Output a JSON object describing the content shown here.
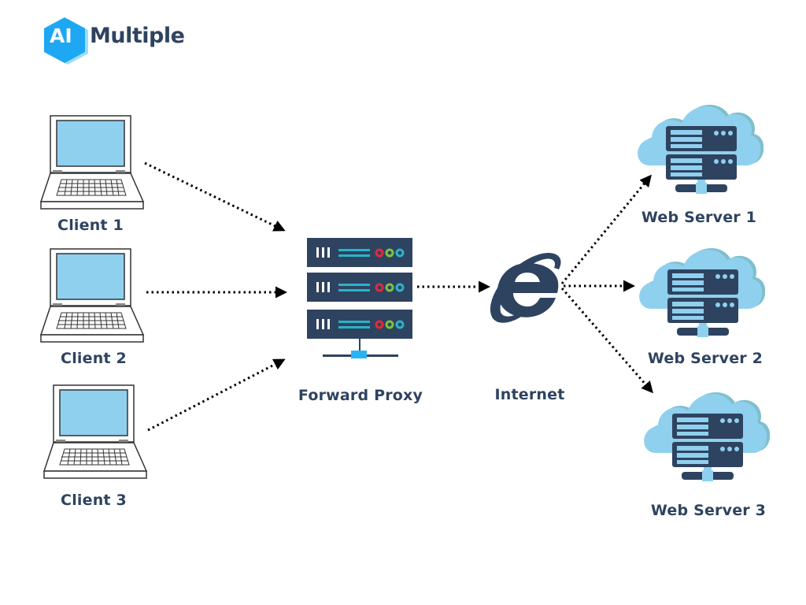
{
  "brand": {
    "logo_mark": "AI",
    "logo_text": "Multiple",
    "accent": "#1ea7f2"
  },
  "colors": {
    "navy": "#2e4360",
    "screen_blue": "#8fd0ee",
    "cloud_blue": "#8fd0ee",
    "cloud_shadow": "#7fbfcc",
    "led_red": "#e2293b",
    "led_green": "#7cc242",
    "led_cyan": "#2bb3c8",
    "rail_blue": "#29b3f5"
  },
  "clients": [
    {
      "label": "Client 1",
      "icon": "laptop-icon"
    },
    {
      "label": "Client 2",
      "icon": "laptop-icon"
    },
    {
      "label": "Client 3",
      "icon": "laptop-icon"
    }
  ],
  "proxy": {
    "label": "Forward Proxy",
    "icon": "server-rack-icon",
    "units": 3
  },
  "internet": {
    "label": "Internet",
    "icon": "internet-explorer-icon"
  },
  "web_servers": [
    {
      "label": "Web Server 1",
      "icon": "cloud-server-icon"
    },
    {
      "label": "Web Server 2",
      "icon": "cloud-server-icon"
    },
    {
      "label": "Web Server 3",
      "icon": "cloud-server-icon"
    }
  ],
  "connections": [
    {
      "from": "Client 1",
      "to": "Forward Proxy",
      "style": "dotted-arrow"
    },
    {
      "from": "Client 2",
      "to": "Forward Proxy",
      "style": "dotted-arrow"
    },
    {
      "from": "Client 3",
      "to": "Forward Proxy",
      "style": "dotted-arrow"
    },
    {
      "from": "Forward Proxy",
      "to": "Internet",
      "style": "dotted-arrow"
    },
    {
      "from": "Internet",
      "to": "Web Server 1",
      "style": "dotted-arrow"
    },
    {
      "from": "Internet",
      "to": "Web Server 2",
      "style": "dotted-arrow"
    },
    {
      "from": "Internet",
      "to": "Web Server 3",
      "style": "dotted-arrow"
    }
  ]
}
